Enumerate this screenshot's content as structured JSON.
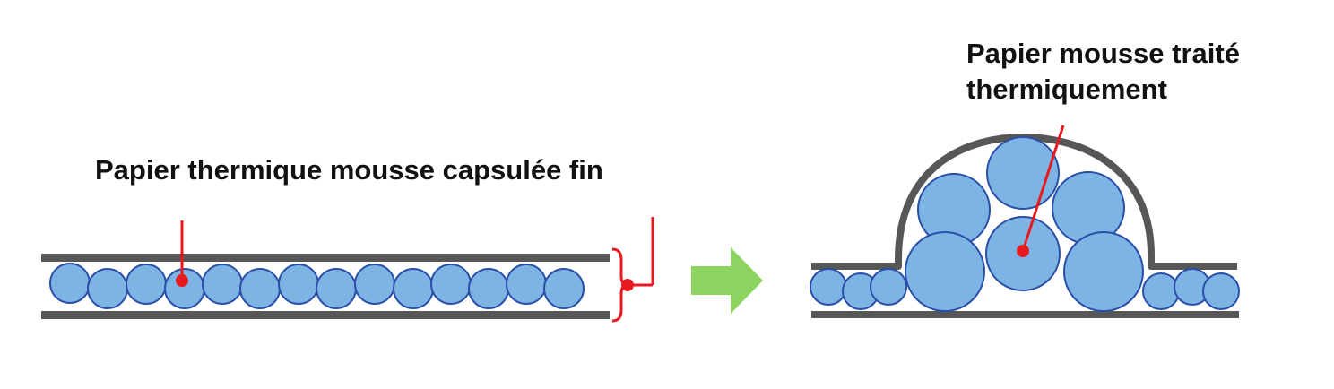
{
  "labels": {
    "left": "Papier thermique mousse capsulée fin",
    "right_line1": "Papier mousse traité",
    "right_line2": "thermiquement"
  },
  "colors": {
    "layer": "#575757",
    "sphere_fill": "#7eb4e3",
    "sphere_stroke": "#2a4fa8",
    "pointer": "#e8191f",
    "arrow": "#8dd35f",
    "text": "#111111"
  },
  "icons": {
    "transition_arrow": "right-arrow-icon"
  }
}
